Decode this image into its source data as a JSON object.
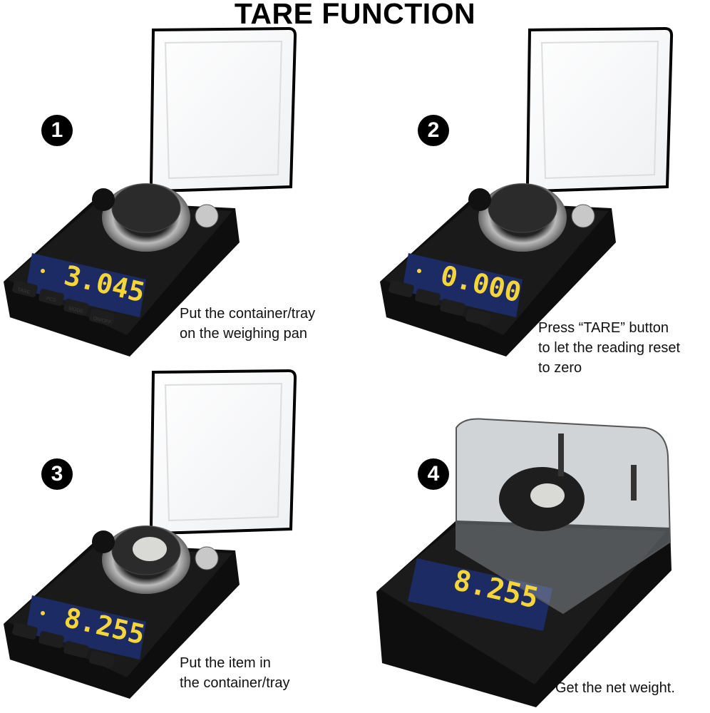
{
  "title": "TARE FUNCTION",
  "steps": [
    {
      "number": "1",
      "display": "3.045",
      "caption": [
        "Put the container/tray",
        "on the weighing pan"
      ]
    },
    {
      "number": "2",
      "display": "0.000",
      "caption": [
        "Press “TARE” button",
        "to let the reading reset",
        "to zero"
      ]
    },
    {
      "number": "3",
      "display": "8.255",
      "caption": [
        "Put the item in",
        "the container/tray"
      ]
    },
    {
      "number": "4",
      "display": "8.255",
      "caption": [
        "Get the net weight."
      ]
    }
  ],
  "scale_buttons": [
    "TARE",
    "PCS",
    "MODE",
    "ON/OFF"
  ],
  "colors": {
    "display_bg": "#1c2b63",
    "display_digits": "#f5d53a",
    "body": "#111111"
  }
}
